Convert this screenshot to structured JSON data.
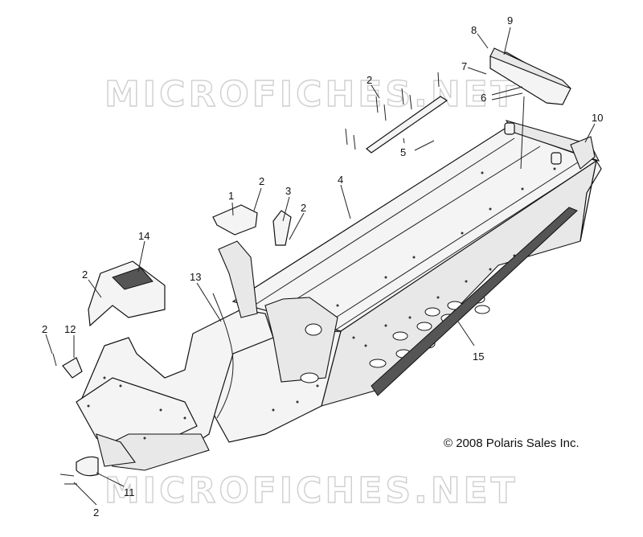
{
  "watermark": {
    "text": "MICROFICHES.NET"
  },
  "copyright": "© 2008 Polaris Sales Inc.",
  "callouts": [
    {
      "id": "c1",
      "label": "1"
    },
    {
      "id": "c2a",
      "label": "2"
    },
    {
      "id": "c2b",
      "label": "2"
    },
    {
      "id": "c2c",
      "label": "2"
    },
    {
      "id": "c2d",
      "label": "2"
    },
    {
      "id": "c2e",
      "label": "2"
    },
    {
      "id": "c2f",
      "label": "2"
    },
    {
      "id": "c3",
      "label": "3"
    },
    {
      "id": "c4",
      "label": "4"
    },
    {
      "id": "c5",
      "label": "5"
    },
    {
      "id": "c6",
      "label": "6"
    },
    {
      "id": "c7",
      "label": "7"
    },
    {
      "id": "c8",
      "label": "8"
    },
    {
      "id": "c9",
      "label": "9"
    },
    {
      "id": "c10",
      "label": "10"
    },
    {
      "id": "c11",
      "label": "11"
    },
    {
      "id": "c12",
      "label": "12"
    },
    {
      "id": "c13",
      "label": "13"
    },
    {
      "id": "c14",
      "label": "14"
    },
    {
      "id": "c15",
      "label": "15"
    }
  ]
}
